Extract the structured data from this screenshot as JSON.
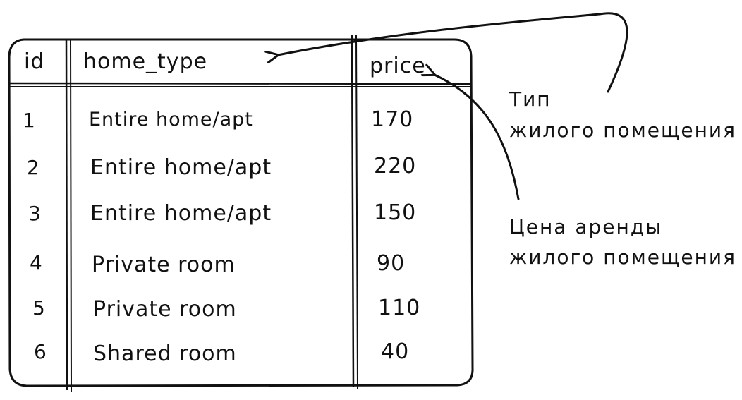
{
  "table": {
    "columns": [
      "id",
      "home_type",
      "price"
    ],
    "rows": [
      {
        "id": "1",
        "home_type": "Entire home/apt",
        "price": "170"
      },
      {
        "id": "2",
        "home_type": "Entire home/apt",
        "price": "220"
      },
      {
        "id": "3",
        "home_type": "Entire home/apt",
        "price": "150"
      },
      {
        "id": "4",
        "home_type": "Private room",
        "price": "90"
      },
      {
        "id": "5",
        "home_type": "Private room",
        "price": "110"
      },
      {
        "id": "6",
        "home_type": "Shared room",
        "price": "40"
      }
    ]
  },
  "annotations": {
    "home_type_note": [
      "Тип",
      "жилого помещения"
    ],
    "price_note": [
      "Цена аренды",
      "жилого помещения"
    ]
  },
  "colors": {
    "ink": "#111111",
    "background": "#ffffff"
  }
}
